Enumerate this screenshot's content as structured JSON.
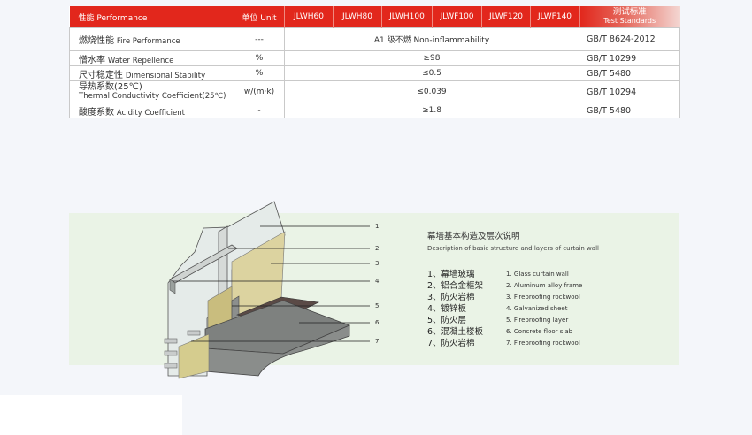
{
  "table": {
    "header": {
      "performance": "性能 Performance",
      "unit": "单位 Unit",
      "models": [
        "JLWH60",
        "JLWH80",
        "JLWH100",
        "JLWF100",
        "JLWF120",
        "JLWF140"
      ],
      "standards_zh": "测试标准",
      "standards_en": "Test Standards"
    },
    "rows": [
      {
        "zh": "燃烧性能",
        "en": "Fire Performance",
        "unit": "---",
        "value": "A1 级不燃 Non-inflammability",
        "standard": "GB/T 8624-2012"
      },
      {
        "zh": "憎水率",
        "en": "Water Repellence",
        "unit": "%",
        "value": "≥98",
        "standard": "GB/T 10299"
      },
      {
        "zh": "尺寸稳定性",
        "en": "Dimensional Stability",
        "unit": "%",
        "value": "≤0.5",
        "standard": "GB/T 5480"
      },
      {
        "zh": "导热系数(25℃)",
        "en": "Thermal Conductivity Coefficient(25℃)",
        "unit": "w/(m·k)",
        "value": "≤0.039",
        "standard": "GB/T 10294"
      },
      {
        "zh": "酸度系数",
        "en": "Acidity Coefficient",
        "unit": "-",
        "value": "≥1.8",
        "standard": "GB/T 5480"
      }
    ]
  },
  "diagram": {
    "callouts": [
      "1",
      "2",
      "3",
      "4",
      "5",
      "6",
      "7"
    ],
    "title": "幕墙基本构造及层次说明",
    "subtitle": "Description of basic structure and layers of curtain wall",
    "layers": [
      {
        "zh": "1、幕墙玻璃",
        "en": "1. Glass curtain wall"
      },
      {
        "zh": "2、铝合金框架",
        "en": "2. Aluminum alloy frame"
      },
      {
        "zh": "3、防火岩棉",
        "en": "3. Fireproofing rockwool"
      },
      {
        "zh": "4、镀锌板",
        "en": "4. Galvanized sheet"
      },
      {
        "zh": "5、防火层",
        "en": "5. Fireproofing layer"
      },
      {
        "zh": "6、混凝土楼板",
        "en": "6. Concrete floor slab"
      },
      {
        "zh": "7、防火岩棉",
        "en": "7. Fireproofing rockwool"
      }
    ]
  }
}
